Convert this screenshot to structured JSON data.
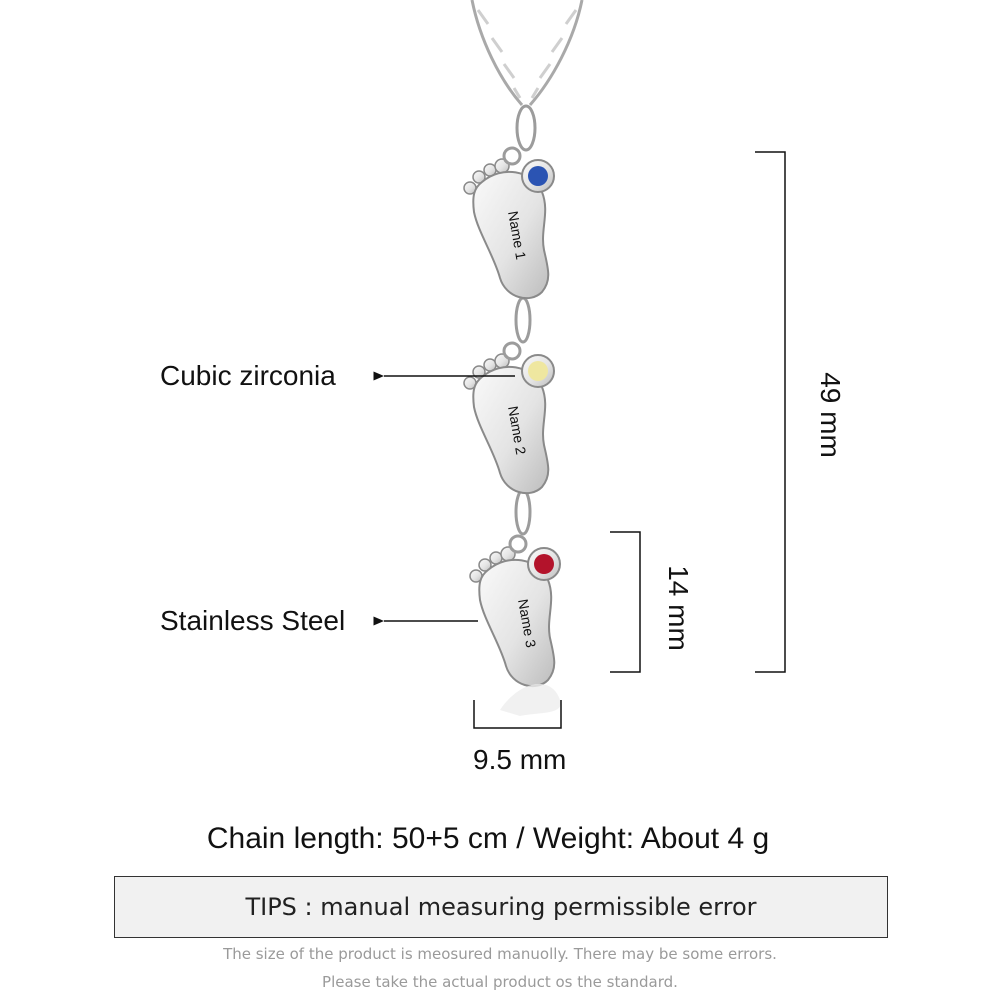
{
  "labels": {
    "gem": "Cubic zirconia",
    "metal": "Stainless Steel"
  },
  "dimensions": {
    "total_height": "49 mm",
    "pendant_height": "14 mm",
    "pendant_width": "9.5 mm"
  },
  "pendants": [
    {
      "name": "Name 1",
      "stone_color": "#2b54b3"
    },
    {
      "name": "Name 2",
      "stone_color": "#efe7a0"
    },
    {
      "name": "Name 3",
      "stone_color": "#b3132b"
    }
  ],
  "specs": "Chain length: 50+5 cm / Weight: About 4 g",
  "tips": "TIPS : manual measuring permissible error",
  "notes": [
    "The size of the product is meosured manuolly. There may be some errors.",
    "Please take the actual product os the standard."
  ]
}
